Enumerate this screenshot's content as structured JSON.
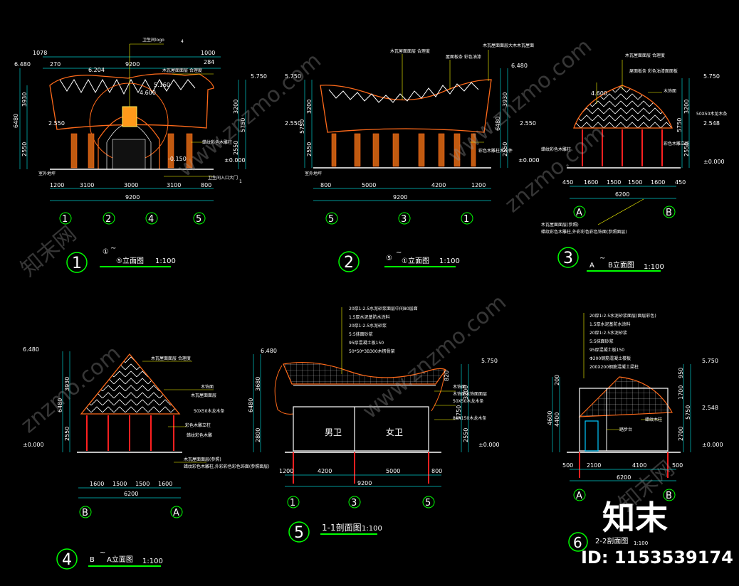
{
  "colors": {
    "background": "#000000",
    "dimension_line": "#00c8c8",
    "leader_line": "#ffff00",
    "outline": "#ffffff",
    "roof": "#ff6a1a",
    "column": "#ff2020",
    "title_circle": "#00ff00",
    "title_underline": "#00ff00",
    "ground": "#ffffff"
  },
  "drawings": [
    {
      "number": "1",
      "title_prefix": "①",
      "title_sep": "~",
      "title_suffix": "⑤立面图",
      "scale": "1:100",
      "levels": [
        "6.480",
        "5.750",
        "4.600",
        "5.160",
        "2.550",
        "±0.000",
        "-0.150"
      ],
      "top_dims": [
        "1078",
        "270",
        "6.204",
        "9200",
        "1000",
        "284"
      ],
      "side_dims_left": [
        "3930",
        "6480",
        "2550"
      ],
      "side_dims_right": [
        "3200",
        "5750",
        "2550"
      ],
      "bottom_dims": [
        "1200",
        "3100",
        "3000",
        "3100",
        "800"
      ],
      "total_dim": "9200",
      "grid_labels": [
        "1",
        "2",
        "4",
        "5"
      ],
      "ann_logo": "卫生间logo",
      "ann_logo_marker": "4",
      "ann_roof": "木瓦屋面面层  合理度",
      "ann_column": "蜡纹彩色木雕柱",
      "ann_door": "卫生间入口大门",
      "ann_side_marker": "1",
      "ann_ground": "室外地坪"
    },
    {
      "number": "2",
      "title_prefix": "⑤",
      "title_sep": "~",
      "title_suffix": "①立面图",
      "scale": "1:100",
      "levels": [
        "5.750",
        "6.480",
        "2.550",
        "2.550",
        "±0.000"
      ],
      "side_dims_left": [
        "3200",
        "5750",
        "2550"
      ],
      "side_dims_right": [
        "3930",
        "6480",
        "2550"
      ],
      "bottom_dims": [
        "800",
        "5000",
        "4200",
        "1200"
      ],
      "total_dim": "9200",
      "grid_labels": [
        "5",
        "3",
        "1"
      ],
      "ann_roof1": "木瓦屋面面层  合理度",
      "ann_roof2": "屋面板条  彩色油漆",
      "ann_roof3": "木瓦屋面面层大木木瓦屋面",
      "ann_column": "彩色木雕柱木构件",
      "ann_ground": "室外地坪"
    },
    {
      "number": "3",
      "title_prefix": "A",
      "title_sep": "~",
      "title_suffix": "B立面图",
      "scale": "1:100",
      "levels": [
        "5.750",
        "4.600",
        "2.548",
        "±0.000"
      ],
      "side_dims": [
        "3200",
        "5750",
        "2550"
      ],
      "bottom_dims": [
        "450",
        "1600",
        "1500",
        "1500",
        "1600",
        "450"
      ],
      "total_dim": "6200",
      "grid_labels": [
        "A",
        "B"
      ],
      "ann1": "木瓦屋面面层  合理度",
      "ann2": "屋面板条  彩色油漆面面板",
      "ann3": "木饰面",
      "ann4": "50X50木龙木条",
      "ann5": "彩色木雕立柱",
      "ann6": "蜡纹彩色木雕柱",
      "ann7": "木瓦屋面面层(参照)",
      "ann8": "蜡纹彩色木雕柱,外彩彩色彩色饰面(参照面层)"
    },
    {
      "number": "4",
      "title_prefix": "B",
      "title_sep": "~",
      "title_suffix": "A立面图",
      "scale": "1:100",
      "levels": [
        "6.480",
        "±0.000"
      ],
      "side_dims": [
        "3930",
        "6480",
        "2550"
      ],
      "bottom_dims": [
        "1600",
        "1500",
        "1500",
        "1600"
      ],
      "total_dim": "6200",
      "grid_labels": [
        "B",
        "A"
      ],
      "ann1": "木瓦屋面面层  合理度",
      "ann2": "木饰面",
      "ann3": "木瓦屋面面层",
      "ann4": "50X50木龙木条",
      "ann5": "彩色木雕立柱",
      "ann6": "蜡纹彩色木雕",
      "ann7": "木瓦屋面面层(参照)",
      "ann8": "蜡纹彩色木雕柱,外彩彩色彩色饰面(参照面层)"
    },
    {
      "number": "5",
      "title": "1-1剖面图",
      "scale": "1:100",
      "levels": [
        "6.480",
        "5.750",
        "±0.000"
      ],
      "notes": [
        "20厚1:2.5水泥砂浆面层中间80层面",
        "1.5厚水泥基防水涂料",
        "20厚1:2.5水泥砂浆",
        "5:5抹面砂浆",
        "95厚混凝土板150",
        "50*50*3B300木楞骨架"
      ],
      "side_dims_left": [
        "3680",
        "6480",
        "2800"
      ],
      "side_dims_right": [
        "820",
        "3200",
        "5750",
        "2550"
      ],
      "bottom_dims": [
        "1200",
        "4200",
        "5000",
        "800"
      ],
      "total_dim": "9200",
      "grid_labels": [
        "1",
        "3",
        "5"
      ],
      "room_men": "男卫",
      "room_women": "女卫",
      "ann1": "木饰面",
      "ann2": "木饰面木饰面面层",
      "ann3": "50X50木龙木条",
      "ann4": "80X150木龙木条"
    },
    {
      "number": "6",
      "title": "2-2剖面图",
      "scale": "1:100",
      "levels": [
        "5.750",
        "2.548",
        "±0.000"
      ],
      "notes": [
        "20厚1:2.5水泥砂浆面层(面层彩色)",
        "1.5厚水泥基防水涂料",
        "20厚1:2.5水泥砂浆",
        "5:5抹面砂浆",
        "95厚混凝土板150",
        "Φ200钢筋混凝土楼板",
        "200X200钢筋混凝土梁柱"
      ],
      "side_dims_left": [
        "200",
        "4400",
        "4600"
      ],
      "side_dims_right": [
        "950",
        "1700",
        "5750",
        "2700"
      ],
      "bottom_dims": [
        "500",
        "2100",
        "4100",
        "500"
      ],
      "total_dim": "6200",
      "grid_labels": [
        "A",
        "B"
      ],
      "ann1": "踏步台",
      "ann2": "蜡纹木柱"
    }
  ],
  "watermark": {
    "logo": "知末",
    "id": "ID: 1153539174",
    "pattern": [
      "znzmo.com",
      "知末网",
      "www.znzmo.com"
    ]
  }
}
